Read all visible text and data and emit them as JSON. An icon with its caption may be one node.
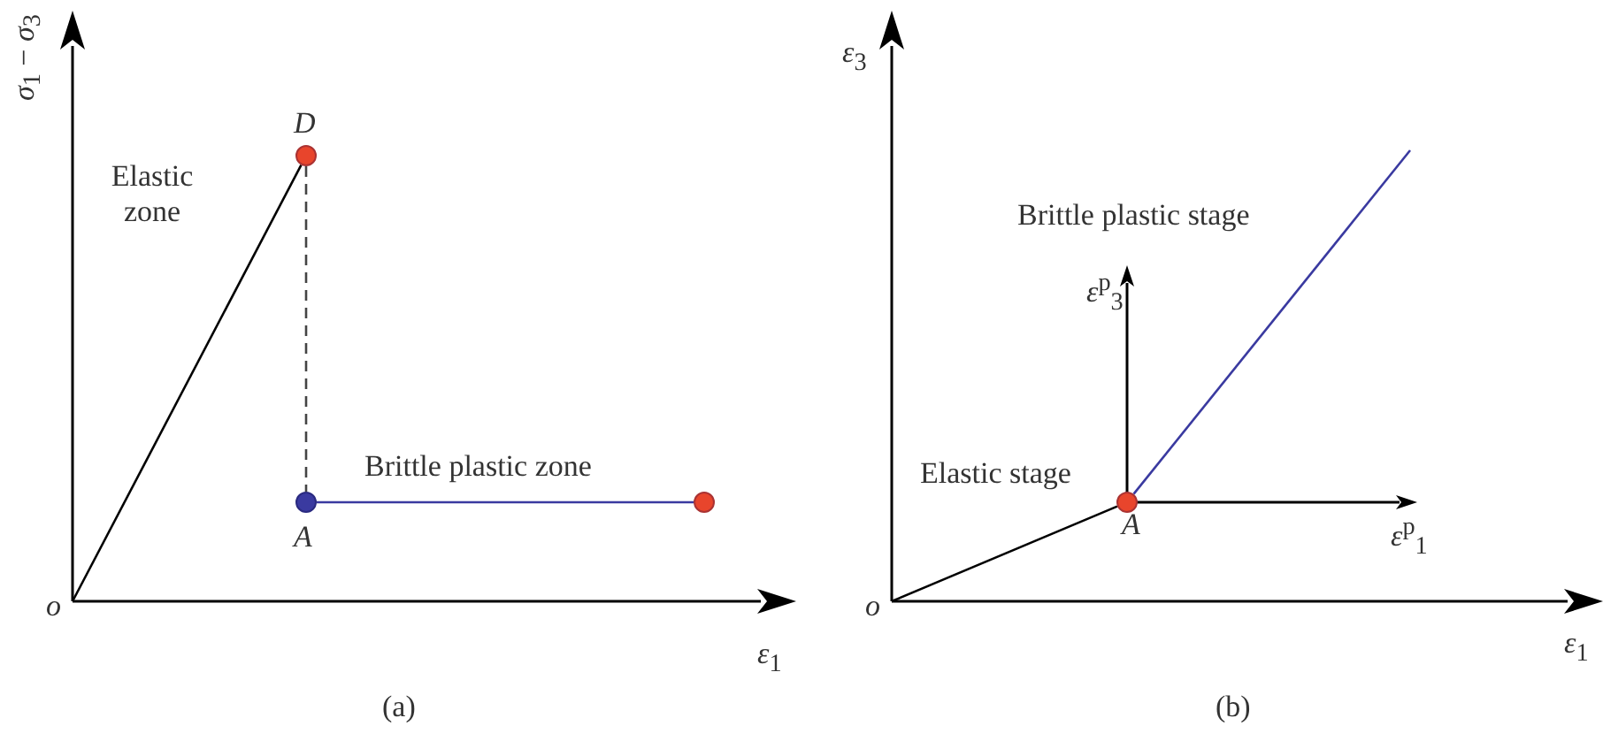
{
  "diagram": {
    "nodes": [
      {
        "text": [
          "o"
        ]
      },
      {
        "text": [
          "D"
        ]
      },
      {
        "text": [
          "A"
        ]
      },
      {
        "text": [],
        "shape": "circle"
      },
      {
        "text": [
          "o"
        ]
      },
      {
        "text": [
          "A"
        ]
      }
    ],
    "edges": [
      {
        "from": 0,
        "to": 1,
        "arrow": "none"
      },
      {
        "from": 1,
        "to": 2,
        "arrow": "none",
        "style": "dashed"
      },
      {
        "from": 2,
        "to": 3,
        "arrow": "none",
        "color": "#3a3aa0"
      },
      {
        "from": 4,
        "to": 5,
        "arrow": "none"
      },
      {
        "from": 5,
        "to": null,
        "arrow": "none",
        "color": "#3a3aa0"
      }
    ],
    "labels": [
      "*σ*$_{1}$ − *σ*$_{3}$",
      "Elastic zone",
      "Brittle plastic zone",
      "*ε*$_{1}$",
      "(a)",
      "*ε*$_{3}$",
      "Brittle plastic stage",
      "*ε*$^{p}$$_{3}$",
      "Elastic stage",
      "*ε*$^{p}$$_{1}$",
      "*ε*$_{1}$",
      "(b)"
    ]
  }
}
